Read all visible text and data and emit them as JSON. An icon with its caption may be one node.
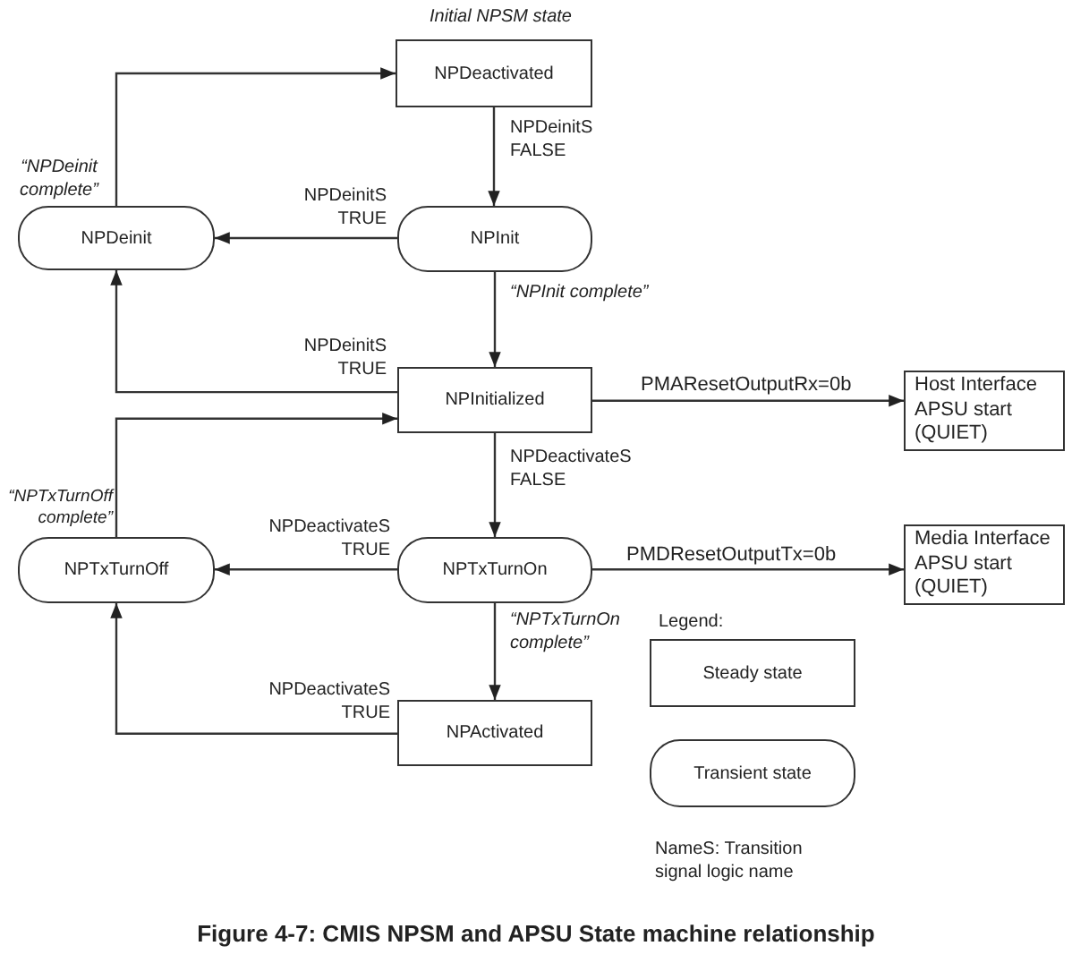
{
  "diagram": {
    "caption": "Figure 4-7: CMIS NPSM and APSU State machine relationship",
    "nodes": [
      {
        "text": [
          "NPDeactivated"
        ],
        "beside": [
          "Initial NPSM state"
        ]
      },
      {
        "text": [
          "NPDeinit"
        ]
      },
      {
        "text": [
          "NPInit"
        ]
      },
      {
        "text": [
          "NPInitialized"
        ]
      },
      {
        "text": [
          "Host Interface APSU start (QUIET)"
        ]
      },
      {
        "text": [
          "NPTxTurnOff"
        ]
      },
      {
        "text": [
          "NPTxTurnOn"
        ]
      },
      {
        "text": [
          "Media Interface APSU start (QUIET)"
        ]
      },
      {
        "text": [
          "NPActivated"
        ]
      }
    ],
    "edges": [
      {
        "from": 0,
        "to": 2,
        "arrow": "to",
        "label": "NPDeinitS FALSE"
      },
      {
        "from": 2,
        "to": 1,
        "arrow": "to",
        "label": "NPDeinitS TRUE"
      },
      {
        "from": 1,
        "to": 0,
        "arrow": "to",
        "label": "“NPDeinit complete”"
      },
      {
        "from": 2,
        "to": 3,
        "arrow": "to",
        "label": "“NPInit complete”"
      },
      {
        "from": 3,
        "to": 1,
        "arrow": "to",
        "label": "NPDeinitS TRUE"
      },
      {
        "from": 3,
        "to": 4,
        "arrow": "to",
        "label": "PMAResetOutputRx=0b"
      },
      {
        "from": 3,
        "to": 6,
        "arrow": "to",
        "label": "NPDeactivateS FALSE"
      },
      {
        "from": 6,
        "to": 5,
        "arrow": "to",
        "label": "NPDeactivateS TRUE"
      },
      {
        "from": 5,
        "to": 3,
        "arrow": "to",
        "label": "“NPTxTurnOff complete”"
      },
      {
        "from": 6,
        "to": 7,
        "arrow": "to",
        "label": "PMDResetOutputTx=0b"
      },
      {
        "from": 6,
        "to": 8,
        "arrow": "to",
        "label": "“NPTxTurnOn complete”"
      },
      {
        "from": 8,
        "to": 5,
        "arrow": "to",
        "label": "NPDeactivateS TRUE"
      }
    ],
    "labels": [
      "Legend:",
      "NameS: Transition signal logic name"
    ],
    "legend": [
      {
        "text": "Steady state"
      },
      {
        "text": "Transient state"
      }
    ]
  }
}
